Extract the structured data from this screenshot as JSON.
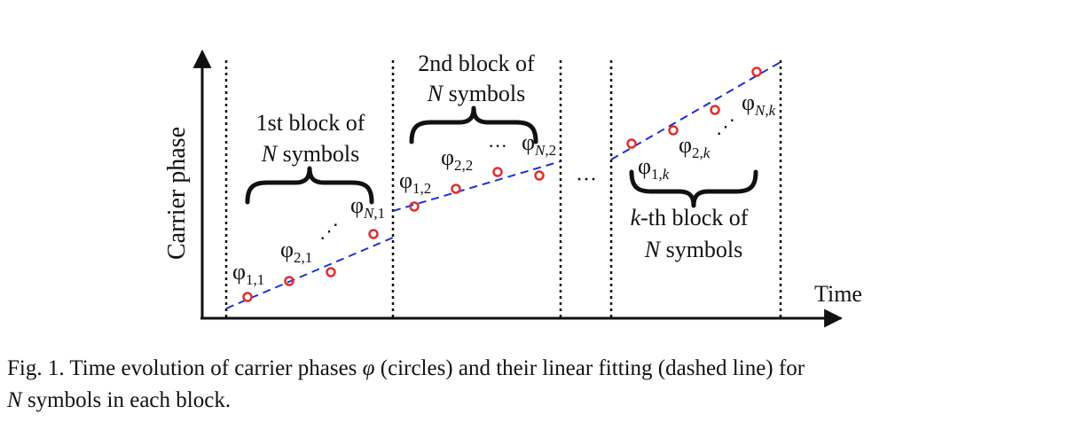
{
  "diagram": {
    "y_axis_label": "Carrier phase",
    "x_axis_label": "Time",
    "colors": {
      "points": "#e03030",
      "fit_line": "#1a2fd6",
      "axis": "#111111"
    },
    "blocks": [
      {
        "title_line1": "1st block of",
        "title_line2_var": "N",
        "title_line2_rest": " symbols",
        "labels": [
          {
            "sym": "φ",
            "sub": "1,1"
          },
          {
            "sym": "φ",
            "sub": "2,1"
          },
          {
            "sym": "φ",
            "sub_var": "N",
            "sub_rest": ",1"
          }
        ],
        "dots": "⋰"
      },
      {
        "title_line1": "2nd block of",
        "title_line2_var": "N",
        "title_line2_rest": " symbols",
        "labels": [
          {
            "sym": "φ",
            "sub": "1,2"
          },
          {
            "sym": "φ",
            "sub": "2,2"
          },
          {
            "sym": "φ",
            "sub_var": "N",
            "sub_rest": ",2"
          }
        ],
        "dots": "···"
      },
      {
        "title_line1_var": "k",
        "title_line1_rest": "-th block of",
        "title_line2_var": "N",
        "title_line2_rest": " symbols",
        "labels": [
          {
            "sym": "φ",
            "sub_pre": "1,",
            "sub_var": "k"
          },
          {
            "sym": "φ",
            "sub_pre": "2,",
            "sub_var": "k"
          },
          {
            "sym": "φ",
            "sub_var": "N",
            "sub_mid": ",",
            "sub_var2": "k"
          }
        ],
        "dots": "⋰"
      }
    ],
    "between_blocks_ellipsis": "···"
  },
  "caption": {
    "prefix": "Fig. 1. Time evolution of carrier phases ",
    "phi": "φ",
    "middle": " (circles) and their linear fitting (dashed line) for",
    "line2_var": "N",
    "line2_rest": " symbols in each block."
  }
}
